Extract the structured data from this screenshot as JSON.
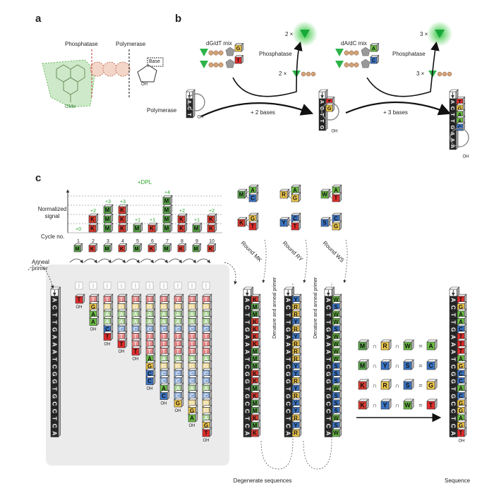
{
  "panel_labels": {
    "a": "a",
    "b": "b",
    "c": "c"
  },
  "panel_a": {
    "phosphatase": "Phosphatase",
    "polymerase": "Polymerase",
    "base": "Base",
    "oh": "OH",
    "ome": "OMe"
  },
  "panel_b": {
    "step1": {
      "mix": "dG/dT mix",
      "phosphatase": "Phosphatase",
      "count_top": "2 ×",
      "count_mid": "2 ×",
      "polymerase": "Polymerase",
      "bases_added": "+ 2 bases",
      "bases": [
        "G",
        "T"
      ]
    },
    "step2": {
      "mix": "dA/dC mix",
      "phosphatase": "Phosphatase",
      "count_top": "3 ×",
      "count_mid": "3 ×",
      "bases_added": "+ 3 bases",
      "bases": [
        "A",
        "C"
      ]
    },
    "template_left": [
      "A",
      "C",
      "T"
    ],
    "template_mid": [
      "A",
      "C",
      "T",
      "T",
      "G"
    ],
    "template_right": [
      "A",
      "C",
      "T",
      "T",
      "G",
      "A",
      "A",
      "A"
    ],
    "added_mid": [
      "T",
      "G"
    ],
    "added_right": [
      "T",
      "G",
      "A",
      "A",
      "C"
    ],
    "oh": "OH"
  },
  "panel_c": {
    "dpl": "+DPL",
    "normalized_signal": [
      "Normalized",
      "signal"
    ],
    "cycle_label": "Cycle no.",
    "cycles": [
      "1",
      "2",
      "3",
      "4",
      "5",
      "6",
      "7",
      "8",
      "9",
      "10"
    ],
    "increments": [
      "+0",
      "+2",
      "+3",
      "+3",
      "+1",
      "+1",
      "+4",
      "+2",
      "+1",
      "+2"
    ],
    "bar_letters": [
      "M",
      "K",
      "M",
      "K",
      "M",
      "K",
      "M",
      "K",
      "M",
      "K"
    ],
    "anneal": [
      "Anneal",
      "primer"
    ],
    "template": [
      "A",
      "C",
      "T",
      "T",
      "G",
      "A",
      "A",
      "A",
      "T",
      "C",
      "G",
      "G",
      "T",
      "G",
      "C",
      "C",
      "T",
      "C",
      "A"
    ],
    "rounds": [
      "Round MK",
      "Round RY",
      "Round WS"
    ],
    "denature": "Denature and anneal primer",
    "pairs": [
      {
        "left": "M",
        "top": "A",
        "bottom": "C"
      },
      {
        "left": "K",
        "top": "G",
        "bottom": "T"
      },
      {
        "left": "R",
        "top": "A",
        "bottom": "G"
      },
      {
        "left": "Y",
        "top": "C",
        "bottom": "T"
      },
      {
        "left": "W",
        "top": "A",
        "bottom": "T"
      },
      {
        "left": "S",
        "top": "C",
        "bottom": "G"
      }
    ],
    "round_mk": [
      "K",
      "M",
      "M",
      "K",
      "K",
      "K",
      "K",
      "M",
      "M",
      "M",
      "K",
      "K",
      "M",
      "K",
      "M",
      "M",
      "K",
      "M",
      "K"
    ],
    "round_ry": [
      "Y",
      "R",
      "R",
      "Y",
      "R",
      "Y",
      "R",
      "R",
      "R",
      "Y",
      "Y",
      "R",
      "Y",
      "R",
      "Y",
      "Y",
      "R",
      "Y",
      "R"
    ],
    "round_ws": [
      "W",
      "S",
      "W",
      "W",
      "S",
      "W",
      "W",
      "W",
      "W",
      "S",
      "S",
      "S",
      "W",
      "S",
      "S",
      "S",
      "W",
      "S",
      "W"
    ],
    "equations": [
      {
        "a": "M",
        "b": "R",
        "c": "W",
        "result": "A"
      },
      {
        "a": "M",
        "b": "Y",
        "c": "S",
        "result": "C"
      },
      {
        "a": "K",
        "b": "R",
        "c": "S",
        "result": "G"
      },
      {
        "a": "K",
        "b": "Y",
        "c": "W",
        "result": "T"
      }
    ],
    "cap": "∩",
    "eq": "=",
    "final_sequence": [
      "T",
      "G",
      "A",
      "A",
      "C",
      "T",
      "T",
      "T",
      "A",
      "G",
      "C",
      "C",
      "A",
      "C",
      "G",
      "G",
      "A",
      "G",
      "T"
    ],
    "degenerate": "Degenerate sequences",
    "sequence": "Sequence",
    "oh": "OH"
  },
  "colors": {
    "A": "#6cbd45",
    "C": "#3a74c4",
    "G": "#f2c94a",
    "T": "#e02b2b",
    "M": "#5aa94a",
    "K": "#d93a2f",
    "R": "#f2c94a",
    "Y": "#3a74c4",
    "W": "#6cbd45",
    "S": "#3a74c4",
    "template": "#2a2a2a",
    "signal_green": "#2aa52a",
    "glow": "#1fbf28"
  }
}
